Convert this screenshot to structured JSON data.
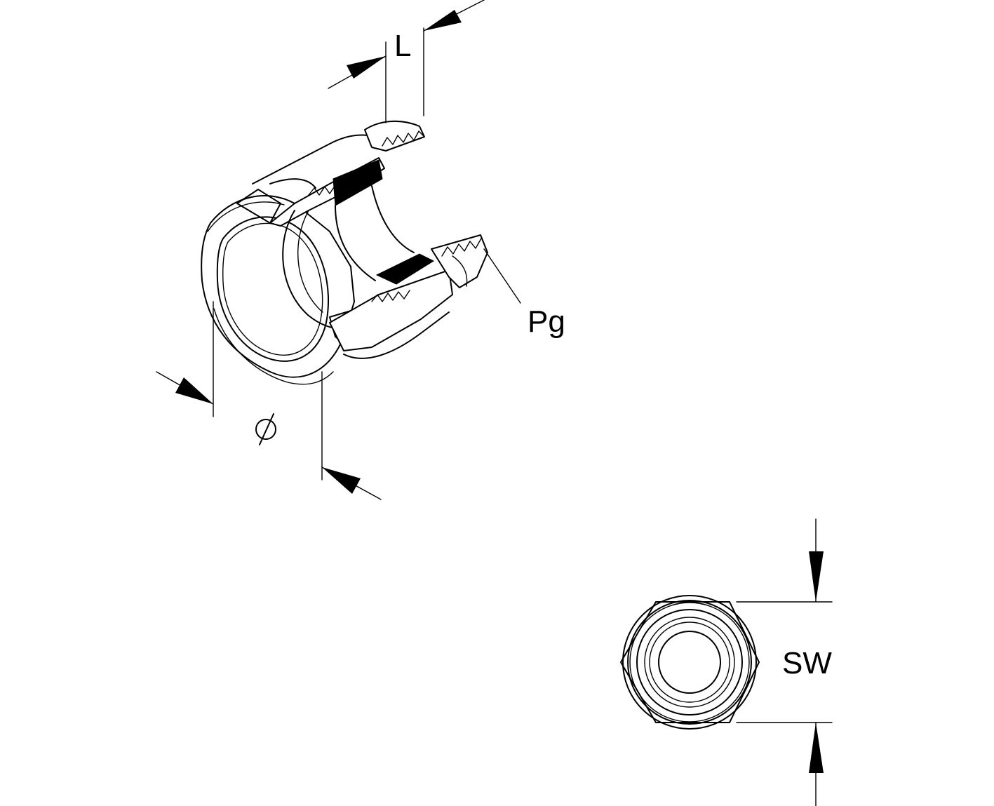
{
  "labels": {
    "length": "L",
    "thread": "Pg",
    "diameter": "∅",
    "wrench_size": "SW"
  }
}
